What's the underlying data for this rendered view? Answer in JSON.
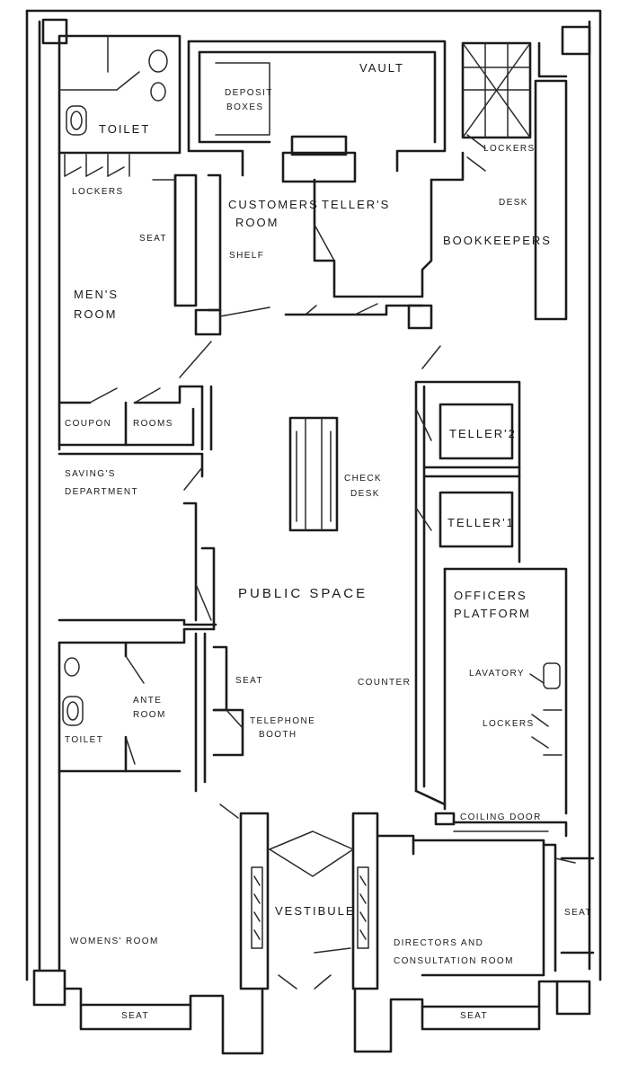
{
  "labels": {
    "vault": "VAULT",
    "deposit_boxes_1": "DEPOSIT",
    "deposit_boxes_2": "BOXES",
    "toilet_top": "TOILET",
    "lockers_left": "LOCKERS",
    "customers_room_1": "CUSTOMERS",
    "customers_room_2": "ROOM",
    "tellers": "TELLER'S",
    "lockers_right": "LOCKERS",
    "desk": "DESK",
    "bookkeepers": "BOOKKEEPERS",
    "seat_left": "SEAT",
    "shelf": "SHELF",
    "mens_room_1": "MEN'S",
    "mens_room_2": "ROOM",
    "coupon": "COUPON",
    "rooms": "ROOMS",
    "teller_2": "TELLER'2",
    "teller_1": "TELLER'1",
    "check_desk_1": "CHECK",
    "check_desk_2": "DESK",
    "savings_1": "SAVING'S",
    "savings_2": "DEPARTMENT",
    "public_space": "PUBLIC SPACE",
    "officers_1": "OFFICERS",
    "officers_2": "PLATFORM",
    "ante_room_1": "ANTE",
    "ante_room_2": "ROOM",
    "seat_mid": "SEAT",
    "counter": "COUNTER",
    "lavatory": "LAVATORY",
    "toilet_bottom": "TOILET",
    "telephone_1": "TELEPHONE",
    "telephone_2": "BOOTH",
    "lockers_officers": "LOCKERS",
    "coiling_door": "COILING DOOR",
    "seat_right": "SEAT",
    "vestibule": "VESTIBULE",
    "womens_room": "WOMENS' ROOM",
    "directors_1": "DIRECTORS AND",
    "directors_2": "CONSULTATION ROOM",
    "seat_bottom_left": "SEAT",
    "seat_bottom_right": "SEAT"
  }
}
